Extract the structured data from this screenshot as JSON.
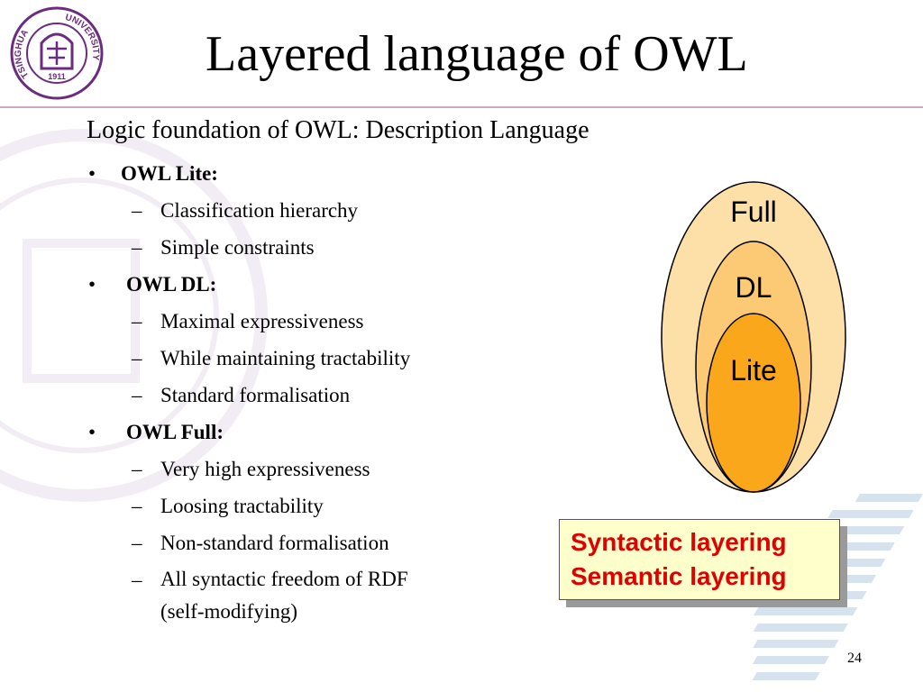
{
  "slide": {
    "title": "Layered language of OWL",
    "subtitle": "Logic foundation of OWL: Description Language",
    "page_number": "24"
  },
  "logo": {
    "name": "tsinghua-university-seal",
    "text_left": "TSINGHUA",
    "text_right": "UNIVERSITY",
    "year": "1911"
  },
  "bullets": [
    {
      "label": "OWL Lite:",
      "items": [
        "Classification hierarchy",
        "Simple constraints"
      ]
    },
    {
      "label": "OWL DL:",
      "items": [
        "Maximal expressiveness",
        "While maintaining tractability",
        "Standard formalisation"
      ]
    },
    {
      "label": "OWL Full:",
      "items": [
        "Very high expressiveness",
        "Loosing tractability",
        "Non-standard formalisation"
      ],
      "last_item": [
        "All syntactic freedom of RDF",
        "(self-modifying)"
      ]
    }
  ],
  "diagram": {
    "outer_label": "Full",
    "middle_label": "DL",
    "inner_label": "Lite",
    "colors": {
      "outer": "#fde0a8",
      "middle": "#fcc975",
      "inner": "#fba71b",
      "stroke": "#000000"
    }
  },
  "callout": {
    "line1": "Syntactic layering",
    "line2": "Semantic layering",
    "text_color": "#e00000",
    "background": "#ffffcc"
  },
  "colors": {
    "rule": "#c9a9c3",
    "logo": "#6b2c7f"
  }
}
